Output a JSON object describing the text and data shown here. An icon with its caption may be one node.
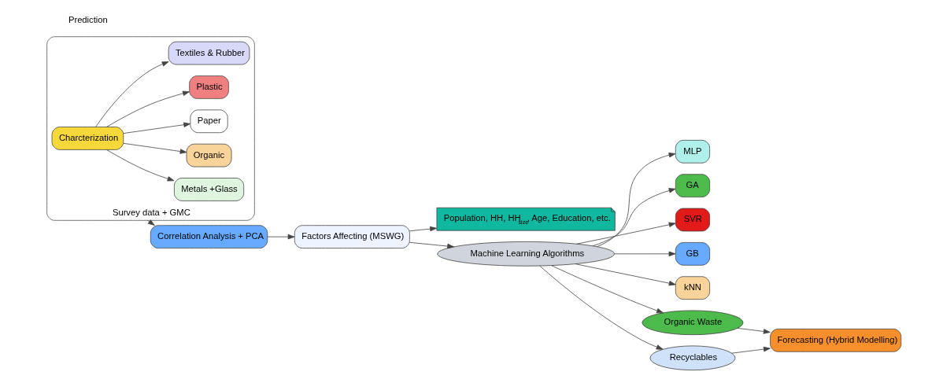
{
  "diagram": {
    "nodes": [
      {
        "text": [
          "Survey data + GMC"
        ]
      },
      {
        "text": [
          "Charcterization"
        ],
        "in": 0
      },
      {
        "text": [
          "Metals +Glass"
        ],
        "in": 0
      },
      {
        "text": [
          "Organic"
        ],
        "in": 0
      },
      {
        "text": [
          "Paper"
        ],
        "in": 0
      },
      {
        "text": [
          "Plastic"
        ],
        "in": 0
      },
      {
        "text": [
          "Textiles & Rubber"
        ],
        "in": 0
      },
      {
        "text": [
          "Correlation Analysis + PCA"
        ]
      },
      {
        "text": [
          "Factors Affecting (MSWG)"
        ]
      },
      {
        "text": [
          "Population, HH, HH$_{size}$, Age, Education, etc."
        ]
      },
      {
        "text": [
          "Machine Learning Algorithms"
        ]
      },
      {
        "text": [
          "MLP"
        ]
      },
      {
        "text": [
          "GA"
        ]
      },
      {
        "text": [
          "SVR"
        ]
      },
      {
        "text": [
          "GB"
        ]
      },
      {
        "text": [
          "kNN"
        ]
      },
      {
        "text": [
          "Organic Waste"
        ]
      },
      {
        "text": [
          "Recyclables"
        ]
      },
      {
        "text": [
          "Forecasting (Hybrid Modelling)"
        ]
      }
    ],
    "edges": [
      {
        "from": 1,
        "to": 2,
        "arrow": "to"
      },
      {
        "from": 1,
        "to": 3,
        "arrow": "to"
      },
      {
        "from": 1,
        "to": 4,
        "arrow": "to"
      },
      {
        "from": 1,
        "to": 5,
        "arrow": "to"
      },
      {
        "from": 1,
        "to": 6,
        "arrow": "to"
      },
      {
        "from": 0,
        "to": 7,
        "arrow": "to"
      },
      {
        "from": 7,
        "to": 8,
        "arrow": "to"
      },
      {
        "from": 8,
        "to": 9,
        "arrow": "to"
      },
      {
        "from": 8,
        "to": 10,
        "arrow": "to"
      },
      {
        "from": 10,
        "to": 11,
        "arrow": "to"
      },
      {
        "from": 10,
        "to": 12,
        "arrow": "to"
      },
      {
        "from": 10,
        "to": 13,
        "arrow": "to"
      },
      {
        "from": 10,
        "to": 14,
        "arrow": "to"
      },
      {
        "from": 10,
        "to": 15,
        "arrow": "to"
      },
      {
        "from": 10,
        "to": 16,
        "arrow": "to"
      },
      {
        "from": 10,
        "to": 17,
        "arrow": "to"
      },
      {
        "from": 16,
        "to": 18,
        "arrow": "to"
      },
      {
        "from": 17,
        "to": 18,
        "arrow": "to"
      }
    ],
    "labels": [
      "Prediction"
    ]
  }
}
